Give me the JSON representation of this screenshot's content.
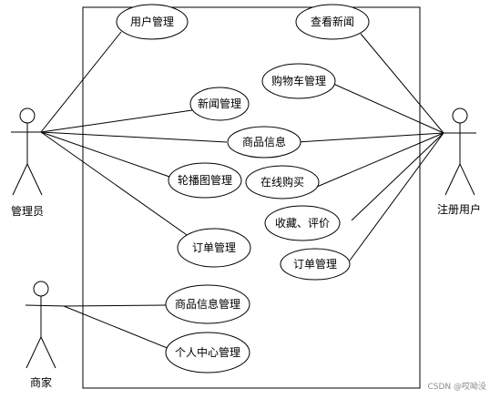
{
  "actors": {
    "admin": "管理员",
    "registered_user": "注册用户",
    "merchant": "商家"
  },
  "use_cases": {
    "user_management": "用户管理",
    "view_news": "查看新闻",
    "cart_management": "购物车管理",
    "news_management": "新闻管理",
    "product_info": "商品信息",
    "carousel_management": "轮播图管理",
    "online_purchase": "在线购买",
    "favorite_review": "收藏、评价",
    "admin_order_management": "订单管理",
    "user_order_management": "订单管理",
    "product_info_management": "商品信息管理",
    "personal_center_management": "个人中心管理"
  },
  "watermark": "CSDN @哎呦没"
}
